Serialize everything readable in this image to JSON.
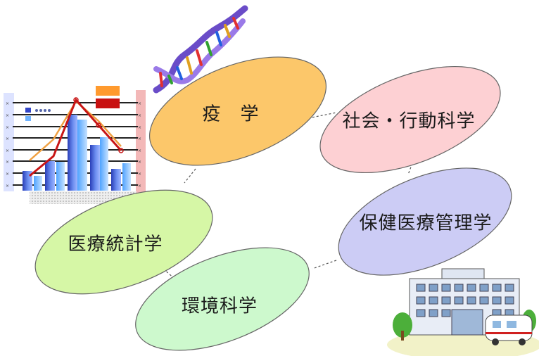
{
  "fields": [
    {
      "id": "epidemiology",
      "label": "疫　学",
      "color": "#fcc76a"
    },
    {
      "id": "social-behavioral",
      "label": "社会・行動科学",
      "color": "#fdd0d3"
    },
    {
      "id": "health-admin",
      "label": "保健医療管理学",
      "color": "#ccccf5"
    },
    {
      "id": "biostatistics",
      "label": "医療統計学",
      "color": "#d6f7a6"
    },
    {
      "id": "environmental",
      "label": "環境科学",
      "color": "#cdf9cd"
    }
  ],
  "icons": {
    "chart": "bar-line-chart-clipart",
    "dna": "dna-helix-clipart",
    "hospital": "hospital-building-clipart"
  },
  "colors": {
    "outline": "#666666",
    "connector": "#555555"
  }
}
